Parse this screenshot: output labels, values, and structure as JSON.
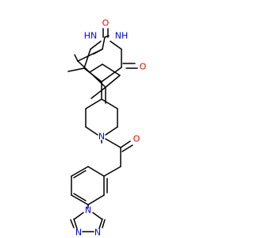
{
  "molecule": {
    "atoms": {
      "o_top": {
        "text": "O",
        "color": "#ff0000"
      },
      "nh_left": {
        "text": "HN",
        "color": "#0000ff"
      },
      "nh_right": {
        "text": "NH",
        "color": "#0000ff"
      },
      "o_right": {
        "text": "O",
        "color": "#ff0000"
      },
      "n_pip": {
        "text": "N",
        "color": "#0000ff"
      },
      "o_amide": {
        "text": "O",
        "color": "#ff0000"
      },
      "n_tri1": {
        "text": "N",
        "color": "#0000ff"
      },
      "n_tri2": {
        "text": "N",
        "color": "#0000ff"
      },
      "n_tri3": {
        "text": "N",
        "color": "#0000ff"
      }
    },
    "bond_color": "#000000"
  }
}
